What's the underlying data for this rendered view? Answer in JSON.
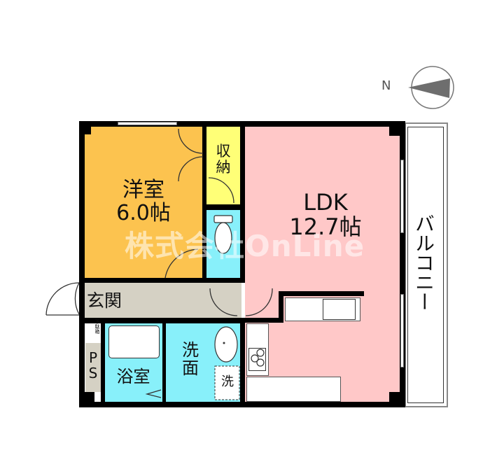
{
  "compass": {
    "north_label": "N"
  },
  "rooms": {
    "western_room": {
      "name": "洋室",
      "size": "6.0帖",
      "color": "#FCC34F"
    },
    "storage": {
      "name_line1": "収",
      "name_line2": "納",
      "color": "#FFFF77"
    },
    "toilet": {
      "color": "#88F0FA"
    },
    "ldk": {
      "name": "LDK",
      "size": "12.7帖",
      "color": "#FFC8C8"
    },
    "balcony": {
      "name": "バルコニー"
    },
    "entrance": {
      "name": "玄関",
      "color": "#D5D1C4"
    },
    "shoe_box": {
      "name": "下駄箱"
    },
    "ps": {
      "line1": "P",
      "line2": "S",
      "color": "#D5D1C4"
    },
    "bathroom": {
      "name": "浴室",
      "color": "#88F0FA"
    },
    "washroom": {
      "line1": "洗",
      "line2": "面",
      "color": "#88F0FA"
    },
    "washer": {
      "name": "洗"
    }
  },
  "watermark": "株式会社OnLine"
}
